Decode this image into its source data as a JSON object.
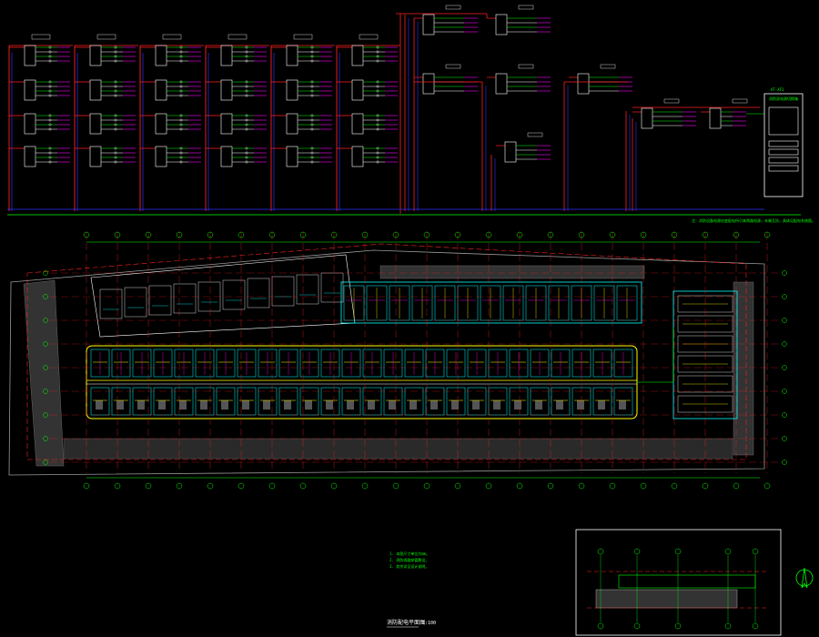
{
  "drawing": {
    "background": "#000000",
    "colors": {
      "red": "#ff2020",
      "green": "#00ff00",
      "blue": "#3030ff",
      "magenta": "#ff00ff",
      "cyan": "#00ffff",
      "yellow": "#ffff00",
      "white": "#ffffff",
      "gray": "#9a9a9a"
    },
    "plan_title": "消防配电平面图",
    "plan_scale": "1:100",
    "system_note": "注：消防设备电源由变配电所引来两路电源，末端互投，具体见配电系统图。",
    "legend_lines": [
      "1. 本图尺寸单位为mm。",
      "2. 消防线路穿管敷设。",
      "3. 其余详见设计说明。"
    ],
    "panel_title": "AT-XF1",
    "panel_subtitle": "消防双电源切换箱"
  }
}
